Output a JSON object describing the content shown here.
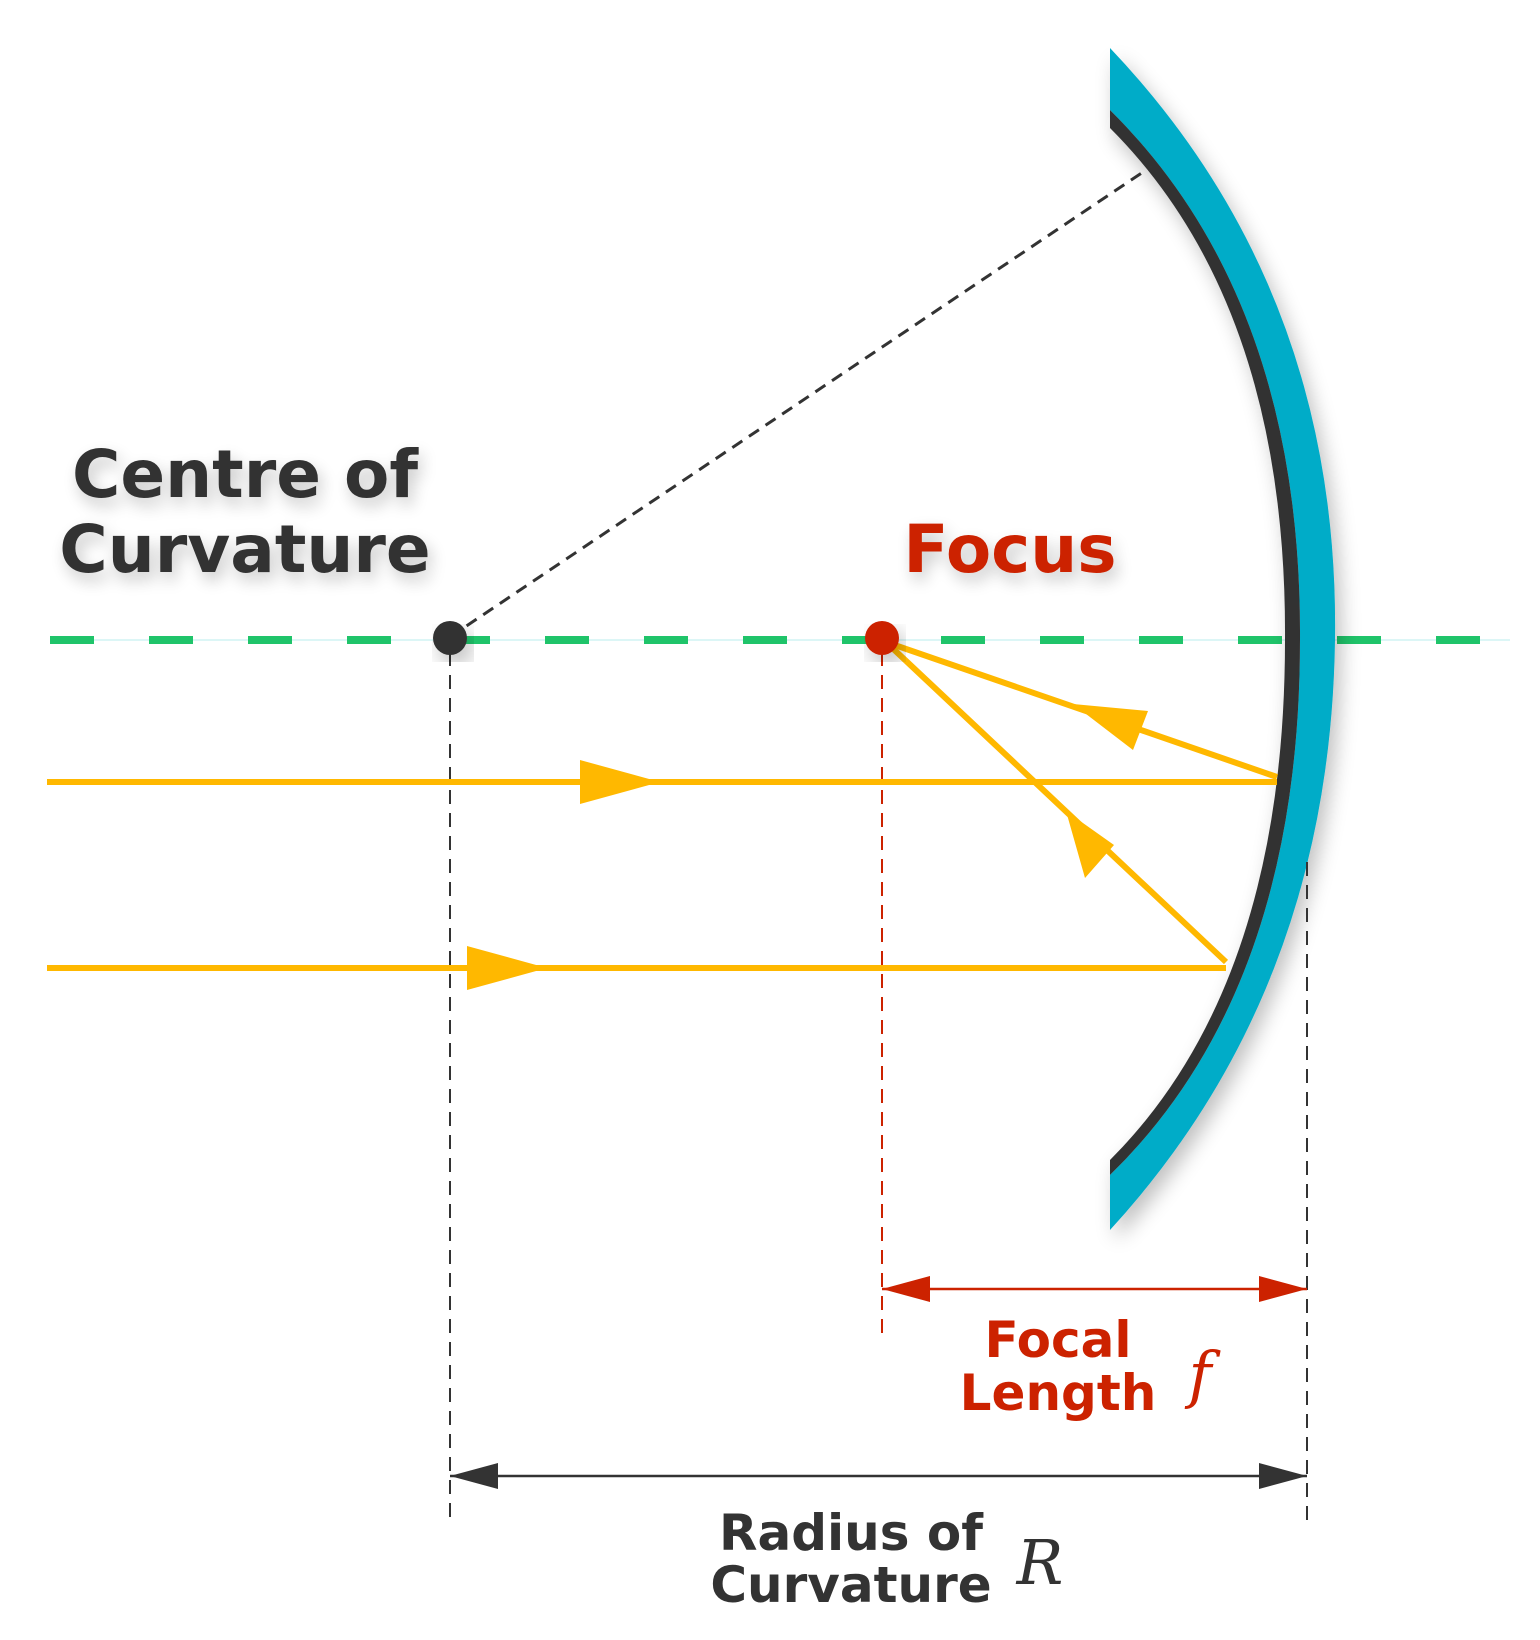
{
  "labels": {
    "centre_line1": "Centre of",
    "centre_line2": "Curvature",
    "focus": "Focus",
    "focal_line1": "Focal",
    "focal_line2": "Length",
    "focal_symbol": "f",
    "radius_line1": "Radius of",
    "radius_line2": "Curvature",
    "radius_symbol": "R"
  },
  "colors": {
    "axis": "#1fc46a",
    "ray": "#ffb800",
    "mirror_back": "#00acc8",
    "mirror_surface": "#333333",
    "focus": "#cc2200",
    "dark": "#333333"
  }
}
